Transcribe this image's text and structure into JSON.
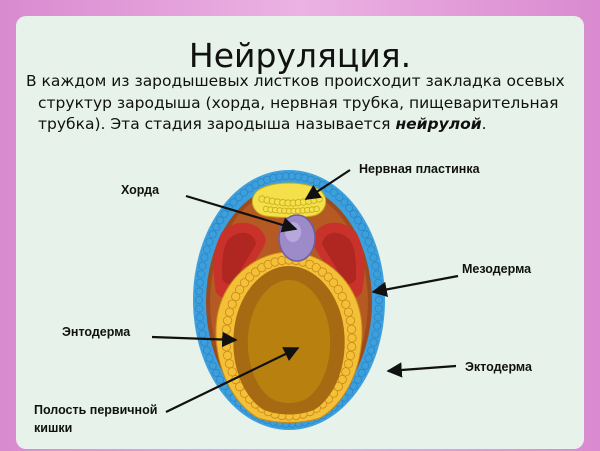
{
  "slide": {
    "title": "Нейруляция.",
    "paragraph": {
      "text": "В каждом из зародышевых листков происходит закладка осевых структур зародыша (хорда, нервная трубка, пищеварительная трубка). Эта стадия зародыша называется ",
      "emphasis": "нейрулой",
      "suffix": "."
    }
  },
  "diagram": {
    "labels": {
      "neural_plate": "Нервная пластинка",
      "notochord": "Хорда",
      "mesoderm": "Мезодерма",
      "endoderm": "Энтодерма",
      "ectoderm": "Эктодерма",
      "cavity_line1": "Полость первичной",
      "cavity_line2": "кишки"
    },
    "colors": {
      "ectoderm": "#3d9fdc",
      "ectoderm_cells": "#2a86c6",
      "outer_brown": "#9c4a1e",
      "mesoderm": "#c8322a",
      "neural_plate": "#f3e04a",
      "notochord": "#9d8ac8",
      "endoderm": "#f3c038",
      "cavity": "#a66a12"
    }
  }
}
